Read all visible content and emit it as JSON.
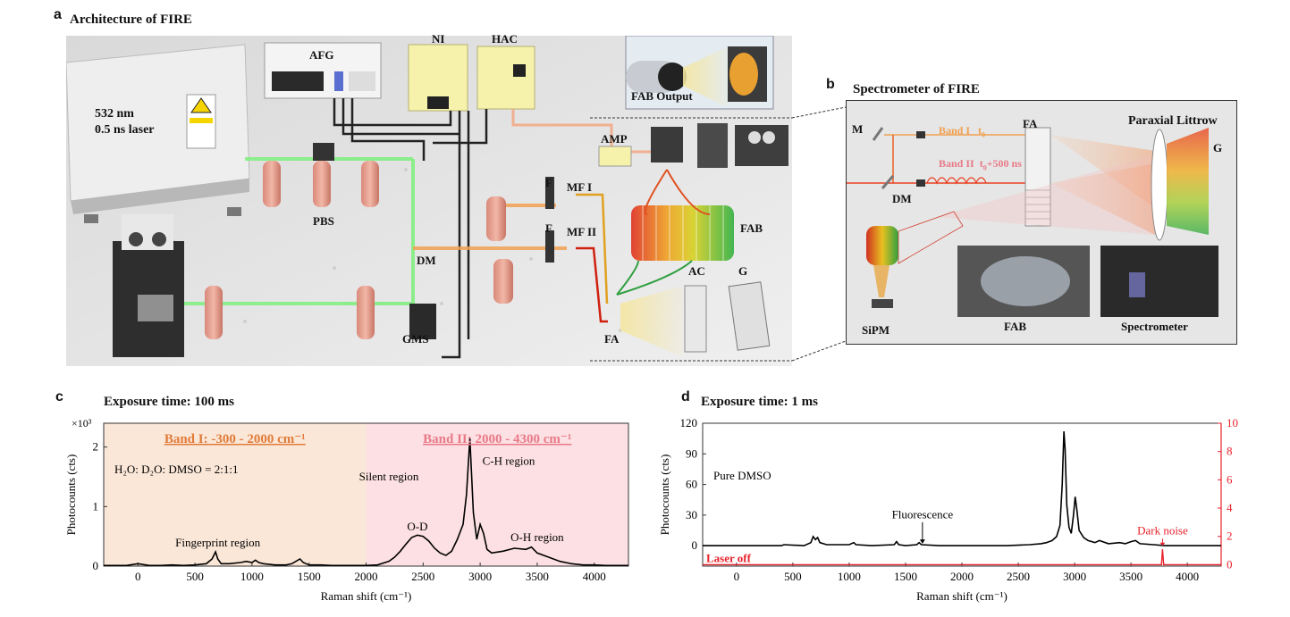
{
  "panel_a": {
    "letter": "a",
    "title": "Architecture of FIRE",
    "laser_text_1": "532 nm",
    "laser_text_2": "0.5 ns laser",
    "labels": {
      "afg": "AFG",
      "ni": "NI",
      "hac": "HAC",
      "fab_output": "FAB Output",
      "amp": "AMP",
      "pbs": "PBS",
      "dm": "DM",
      "f1": "F",
      "f2": "F",
      "mf1": "MF I",
      "mf2": "MF II",
      "fab": "FAB",
      "ac": "AC",
      "g": "G",
      "fa": "FA",
      "gms": "GMS"
    }
  },
  "panel_b": {
    "letter": "b",
    "title": "Spectrometer of FIRE",
    "paraxial": "Paraxial Littrow",
    "m": "M",
    "dm": "DM",
    "fa": "FA",
    "g": "G",
    "band1": "Band I",
    "t0": "t",
    "t0_sub": "0",
    "band2": "Band II",
    "t0b": "t",
    "t0b_sub": "0",
    "t0b_suffix": "+500 ns",
    "sipm": "SiPM",
    "fab": "FAB",
    "spectrometer": "Spectrometer"
  },
  "colors": {
    "band1_bg": "#fbe7d8",
    "band2_bg": "#fde0e3",
    "band1_text": "#e07b39",
    "band2_text": "#e87a88",
    "dark_noise": "#e8202a",
    "trace": "#000000"
  },
  "chart_data": [
    {
      "type": "line",
      "panel_letter": "c",
      "title": "Exposure time: 100 ms",
      "xlabel": "Raman shift (cm⁻¹)",
      "ylabel": "Photocounts (cts)",
      "y_multiplier": "×10³",
      "xlim": [
        -300,
        4300
      ],
      "ylim": [
        0,
        2.4
      ],
      "xticks": [
        0,
        500,
        1000,
        1500,
        2000,
        2500,
        3000,
        3500,
        4000
      ],
      "yticks": [
        0,
        1,
        2
      ],
      "band1_label": "Band I:  -300 - 2000 cm⁻¹",
      "band2_label": "Band II:  2000 - 4300 cm⁻¹",
      "band_split": 2000,
      "sample": "H₂O: D₂O: DMSO = 2:1:1",
      "annotations": [
        "Fingerprint region",
        "Silent  region",
        "O-D",
        "C-H region",
        "O-H region"
      ],
      "series": [
        {
          "x": [
            -300,
            -100,
            0,
            100,
            200,
            300,
            400,
            500,
            600,
            650,
            680,
            700,
            730,
            800,
            900,
            950,
            1000,
            1030,
            1060,
            1100,
            1200,
            1300,
            1350,
            1420,
            1450,
            1500,
            1600,
            1700,
            1800,
            1900,
            2000,
            2100,
            2200,
            2250,
            2300,
            2350,
            2400,
            2450,
            2500,
            2550,
            2600,
            2650,
            2700,
            2750,
            2800,
            2850,
            2880,
            2910,
            2940,
            2970,
            3000,
            3030,
            3060,
            3100,
            3200,
            3300,
            3400,
            3450,
            3500,
            3600,
            3700,
            3800,
            3900,
            4000,
            4100,
            4200,
            4300
          ],
          "y": [
            0.01,
            0.01,
            0.04,
            0.01,
            0.01,
            0.02,
            0.01,
            0.02,
            0.04,
            0.12,
            0.24,
            0.12,
            0.04,
            0.04,
            0.06,
            0.08,
            0.06,
            0.1,
            0.06,
            0.04,
            0.02,
            0.02,
            0.04,
            0.12,
            0.06,
            0.02,
            0.02,
            0.01,
            0.01,
            0.01,
            0.01,
            0.02,
            0.08,
            0.15,
            0.25,
            0.37,
            0.48,
            0.52,
            0.5,
            0.42,
            0.3,
            0.22,
            0.18,
            0.25,
            0.45,
            0.7,
            1.2,
            2.15,
            0.9,
            0.45,
            0.7,
            0.55,
            0.28,
            0.22,
            0.25,
            0.3,
            0.28,
            0.32,
            0.22,
            0.15,
            0.08,
            0.04,
            0.02,
            0.02,
            0.01,
            0.01,
            0.01
          ]
        }
      ]
    },
    {
      "type": "line",
      "panel_letter": "d",
      "title": "Exposure time: 1 ms",
      "xlabel": "Raman shift (cm⁻¹)",
      "ylabel": "Photocounts (cts)",
      "xlim": [
        -300,
        4300
      ],
      "ylim": [
        -20,
        120
      ],
      "ylim_right": [
        -0.1,
        10
      ],
      "xticks": [
        0,
        500,
        1000,
        1500,
        2000,
        2500,
        3000,
        3500,
        4000
      ],
      "yticks": [
        0,
        30,
        60,
        90,
        120
      ],
      "yticks_right": [
        0,
        2,
        4,
        6,
        8,
        10
      ],
      "sample": "Pure DMSO",
      "fluorescence_label": "Fluorescence",
      "dark_noise_label": "Dark noise",
      "laser_off_label": "Laser off",
      "series": [
        {
          "x": [
            -300,
            0,
            400,
            420,
            600,
            660,
            680,
            700,
            720,
            740,
            800,
            1000,
            1040,
            1060,
            1200,
            1400,
            1420,
            1440,
            1500,
            1600,
            1620,
            1640,
            1800,
            2000,
            2200,
            2400,
            2600,
            2700,
            2750,
            2800,
            2840,
            2870,
            2890,
            2905,
            2915,
            2930,
            2950,
            2970,
            2990,
            3005,
            3020,
            3040,
            3080,
            3120,
            3180,
            3220,
            3300,
            3400,
            3450,
            3500,
            3540,
            3580,
            3700,
            3800,
            4000,
            4300
          ],
          "y": [
            0,
            0,
            0,
            1,
            0,
            3,
            9,
            6,
            8,
            3,
            1,
            1,
            3,
            1,
            0,
            1,
            4,
            1,
            0,
            1,
            3,
            1,
            0,
            0,
            0,
            0,
            1,
            2,
            3,
            5,
            9,
            20,
            60,
            112,
            95,
            40,
            18,
            12,
            30,
            48,
            35,
            15,
            8,
            5,
            3,
            5,
            2,
            3,
            2,
            4,
            5,
            2,
            1,
            0,
            0,
            0
          ]
        },
        {
          "name": "Laser off",
          "x": [
            -300,
            3770,
            3780,
            3790,
            3800,
            4300
          ],
          "y": [
            0,
            0,
            1.1,
            0,
            0,
            0
          ]
        }
      ]
    }
  ]
}
